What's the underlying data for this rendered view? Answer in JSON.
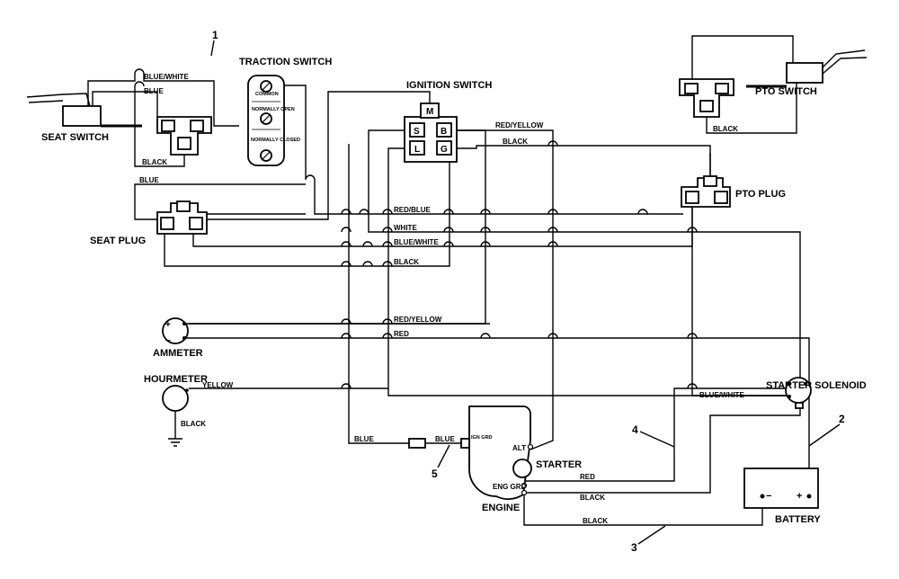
{
  "components": {
    "seat_switch": "SEAT SWITCH",
    "traction_switch": "TRACTION SWITCH",
    "ignition_switch": "IGNITION SWITCH",
    "pto_switch": "PTO SWITCH",
    "pto_plug": "PTO PLUG",
    "seat_plug": "SEAT PLUG",
    "ammeter": "AMMETER",
    "hourmeter": "HOURMETER",
    "starter_solenoid": "STARTER SOLENOID",
    "starter": "STARTER",
    "engine": "ENGINE",
    "battery": "BATTERY"
  },
  "traction_switch_labels": {
    "common": "COMMON",
    "normally_open": "NORMALLY OPEN",
    "normally_closed": "NORMALLY CLOSED"
  },
  "ignition_terminals": {
    "m": "M",
    "s": "S",
    "b": "B",
    "l": "L",
    "g": "G"
  },
  "engine_terminals": {
    "alt": "ALT",
    "ign_grd": "IGN GRD",
    "eng_grd": "ENG GRD"
  },
  "meter_symbols": {
    "plus": "+",
    "minus": "−"
  },
  "battery_terminals": {
    "minus": "−",
    "plus": "+"
  },
  "wires": {
    "blue_white_seat": "BLUE/WHITE",
    "blue_seat": "BLUE",
    "black_seat": "BLACK",
    "blue_top": "BLUE",
    "red_yellow_top": "RED/YELLOW",
    "black_top": "BLACK",
    "black_pto": "BLACK",
    "red_blue": "RED/BLUE",
    "white": "WHITE",
    "blue_white_mid": "BLUE/WHITE",
    "black_mid": "BLACK",
    "red_yellow_mid": "RED/YELLOW",
    "red_mid": "RED",
    "yellow": "YELLOW",
    "black_hour": "BLACK",
    "blue_white_sol": "BLUE/WHITE",
    "blue_bottom_left": "BLUE",
    "blue_bottom_right": "BLUE",
    "red_starter": "RED",
    "black_starter": "BLACK",
    "black_bottom": "BLACK"
  },
  "callouts": [
    "1",
    "2",
    "3",
    "4",
    "5"
  ]
}
